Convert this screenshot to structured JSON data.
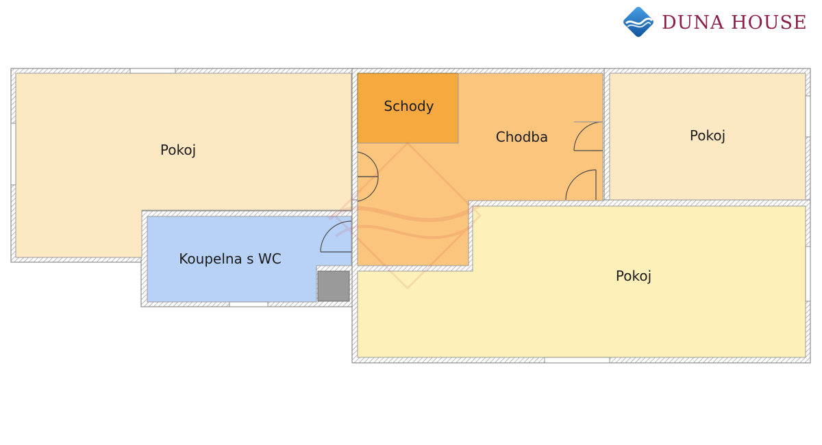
{
  "brand": {
    "name": "DUNA HOUSE",
    "colors": {
      "primary": "#8a1d4a",
      "accent": "#1e6fb8"
    },
    "icon": "wave-diamond-logo-icon"
  },
  "rooms": [
    {
      "id": "pokoj-left",
      "label": "Pokoj",
      "color": "#fde8c4"
    },
    {
      "id": "schody",
      "label": "Schody",
      "color": "#f5a93f"
    },
    {
      "id": "chodba",
      "label": "Chodba",
      "color": "#fcc57d"
    },
    {
      "id": "pokoj-right",
      "label": "Pokoj",
      "color": "#fde8c4"
    },
    {
      "id": "koupelna",
      "label": "Koupelna s WC",
      "color": "#b8d2f7"
    },
    {
      "id": "pokoj-bottom",
      "label": "Pokoj",
      "color": "#fdf0b8"
    }
  ],
  "shaft": {
    "color": "#9a9a9a"
  },
  "wall": {
    "color": "#8c8c8c",
    "hatch": "#b5b5b5"
  }
}
